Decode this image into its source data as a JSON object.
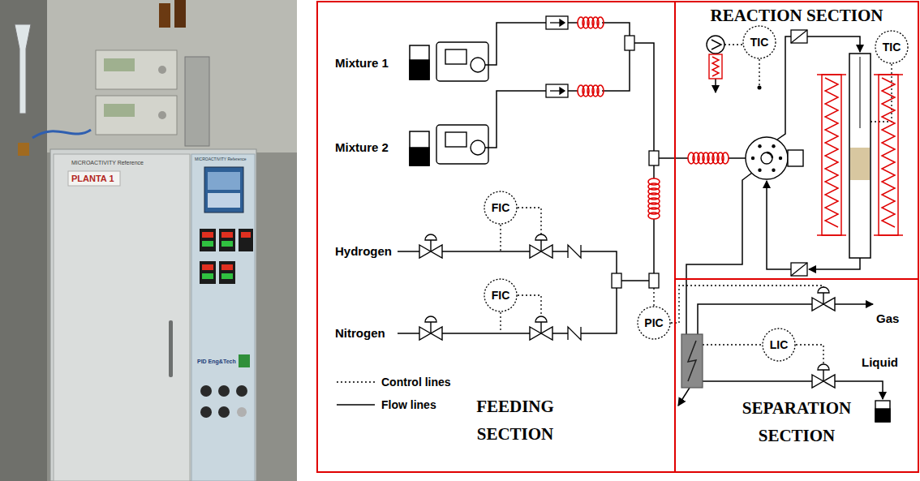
{
  "diagram": {
    "nodes": [
      {
        "text": [
          "FEEDING SECTION"
        ]
      },
      {
        "text": [
          "FIC"
        ],
        "in": 0
      },
      {
        "text": [
          "FIC"
        ],
        "in": 0
      },
      {
        "text": [
          "PIC"
        ],
        "in": 0
      },
      {
        "text": [
          "REACTION SECTION"
        ]
      },
      {
        "text": [
          "TIC"
        ],
        "in": 4
      },
      {
        "text": [
          "TIC"
        ],
        "in": 4
      },
      {
        "text": [
          "SEPARATION SECTION"
        ]
      },
      {
        "text": [
          "LIC"
        ],
        "in": 7
      }
    ],
    "labels": [
      "MICROACTIVITY Reference",
      "MICROACTIVITY Reference",
      "PLANTA 1",
      "PID Eng&Tech",
      "Mixture 1",
      "Mixture 2",
      "Hydrogen",
      "Nitrogen",
      "Gas",
      "Liquid"
    ],
    "legend": [
      {
        "text": "Control lines"
      },
      {
        "text": "Flow lines"
      }
    ]
  }
}
